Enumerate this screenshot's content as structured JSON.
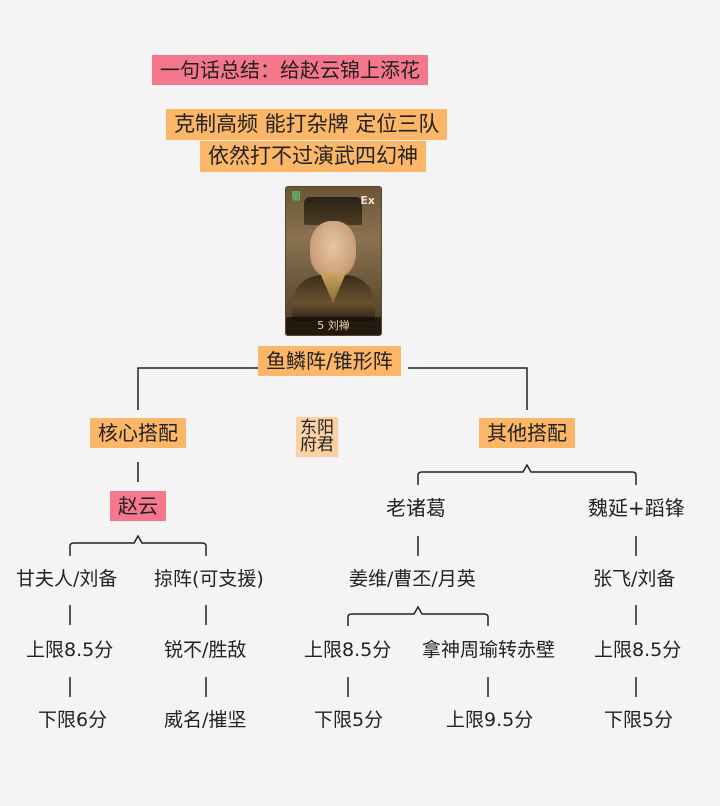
{
  "summary": "一句话总结：给赵云锦上添花",
  "subtitle_line1": "克制高频 能打杂牌 定位三队",
  "subtitle_line2": "依然打不过演武四幻神",
  "card": {
    "faction": "蜀",
    "tier": "Ex",
    "caption": "5 刘禅"
  },
  "formation": "鱼鳞阵/锥形阵",
  "side_note_line1": "东阳",
  "side_note_line2": "府君",
  "core": {
    "label": "核心搭配",
    "main": "赵云",
    "left": {
      "name": "甘夫人/刘备",
      "upper": "上限8.5分",
      "lower": "下限6分"
    },
    "right": {
      "name": "掠阵(可支援)",
      "counters": "锐不/胜敌",
      "skills": "威名/摧坚"
    }
  },
  "other": {
    "label": "其他搭配",
    "zhuge": {
      "name": "老诸葛",
      "partners": "姜维/曹丕/月英",
      "left": {
        "upper": "上限8.5分",
        "lower": "下限5分"
      },
      "right": {
        "name": "拿神周瑜转赤壁",
        "upper": "上限9.5分"
      }
    },
    "weiyan": {
      "name": "魏延+蹈锋",
      "partners": "张飞/刘备",
      "upper": "上限8.5分",
      "lower": "下限5分"
    }
  }
}
